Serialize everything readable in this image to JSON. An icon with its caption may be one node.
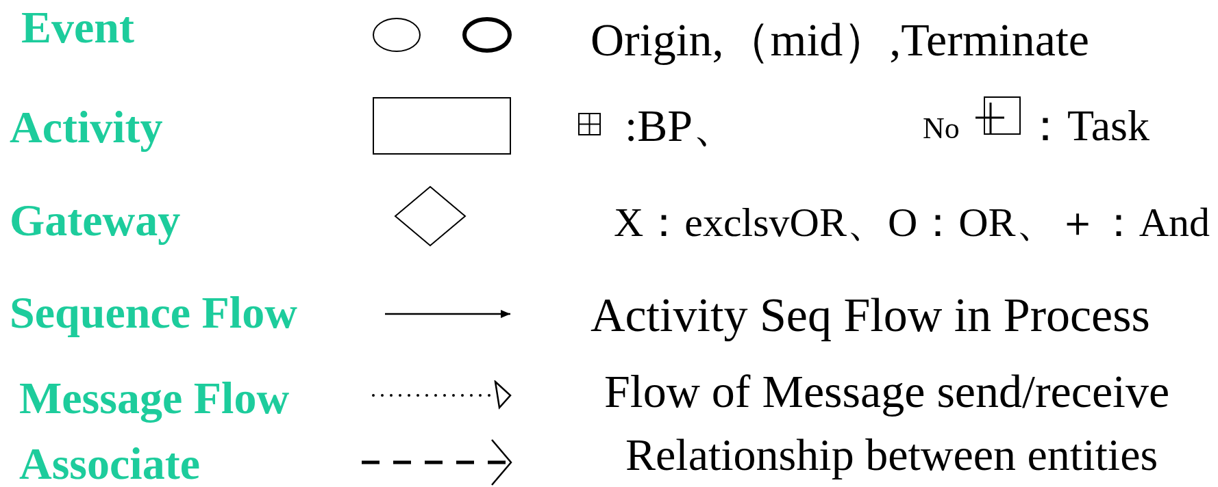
{
  "diagram": {
    "nodes": [
      {
        "text": [],
        "shape": "circle"
      },
      {
        "text": [],
        "shape": "circle"
      },
      {
        "text": [],
        "shape": "box"
      },
      {
        "text": [],
        "shape": "diamond"
      }
    ],
    "legend": [
      {
        "text": "Event"
      },
      {
        "text": "Activity"
      },
      {
        "text": "Gateway"
      },
      {
        "text": "Sequence Flow"
      },
      {
        "text": "Message Flow"
      },
      {
        "text": "Associate"
      }
    ],
    "labels": [
      "Origin,（mid）,Terminate",
      ":BP、",
      "No",
      "：Task",
      "X：exclsvOR、O：OR、＋：And",
      "Activity Seq Flow in Process",
      "Flow of Message send/receive",
      "Relationship between entities"
    ]
  }
}
